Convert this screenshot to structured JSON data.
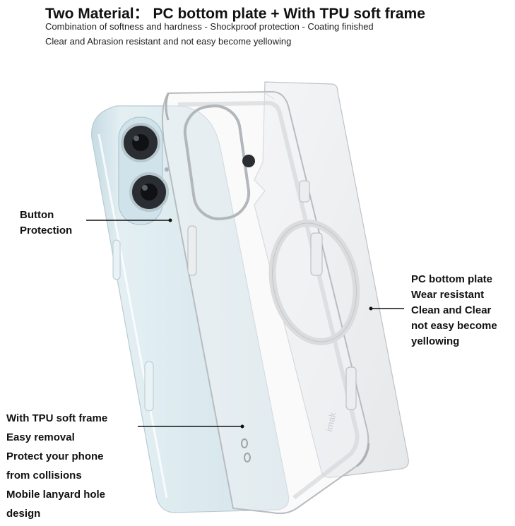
{
  "header": {
    "title": "Two Material： PC bottom plate + With TPU soft frame",
    "subtitle_line1": "Combination of softness and hardness - Shockproof protection - Coating finished",
    "subtitle_line2": "Clear and Abrasion resistant and not easy become yellowing"
  },
  "callouts": {
    "button_protection": [
      "Button",
      "Protection"
    ],
    "pc_plate": [
      "PC bottom plate",
      "Wear resistant",
      "Clean and Clear",
      "not easy become",
      "yellowing"
    ],
    "tpu_frame": [
      "With TPU soft frame",
      "Easy removal",
      "Protect your phone",
      "from collisions",
      "Mobile lanyard hole",
      "design"
    ]
  },
  "brand": {
    "watermark": "imak"
  },
  "colors": {
    "phone_body": "#d7e6ec",
    "case_frame": "#c9ccd0",
    "pc_plate": "#eef0f2",
    "callout_line": "#111111"
  }
}
